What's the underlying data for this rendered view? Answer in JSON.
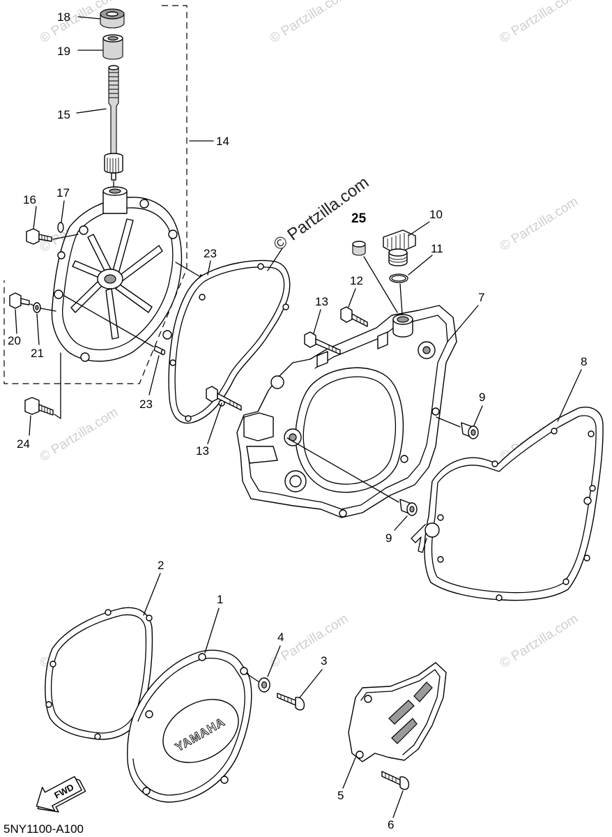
{
  "diagram": {
    "callouts": {
      "p1": "1",
      "p2": "2",
      "p3": "3",
      "p4": "4",
      "p5": "5",
      "p6": "6",
      "p7": "7",
      "p8": "8",
      "p9_upper": "9",
      "p9_lower": "9",
      "p10": "10",
      "p11": "11",
      "p12": "12",
      "p13_upper": "13",
      "p13_lower": "13",
      "p14": "14",
      "p15": "15",
      "p16": "16",
      "p17": "17",
      "p18": "18",
      "p19": "19",
      "p20": "20",
      "p21": "21",
      "p23_upper": "23",
      "p23_lower": "23",
      "p24": "24",
      "p25": "25"
    },
    "cover_logo": "YAMAHA",
    "direction_arrow": "FWD",
    "drawing_code": "5NY1100-A100",
    "watermark": "© Partzilla.com"
  },
  "colors": {
    "line": "#000000",
    "watermark": "#cfcfcf",
    "background": "#ffffff"
  }
}
